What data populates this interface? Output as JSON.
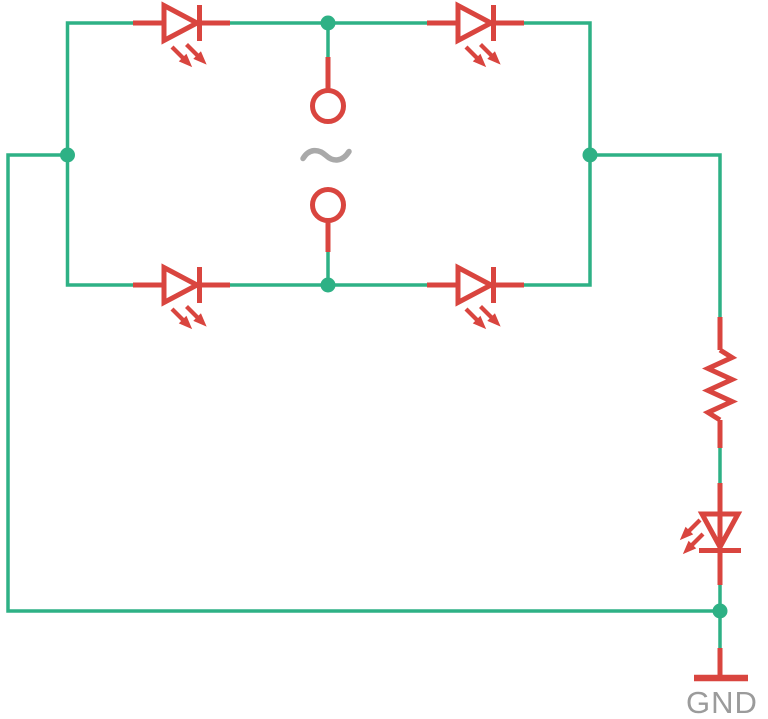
{
  "diagram": {
    "type": "circuit-schematic",
    "title": "LED bridge rectifier with AC source, series resistor and output LED",
    "labels": {
      "ground": "GND"
    },
    "colors": {
      "wire": "#2eb185",
      "component": "#d9453f",
      "annotation": "#9b9b9b",
      "ac_symbol": "#a9a9a9",
      "background": "#ffffff"
    },
    "components": [
      {
        "id": "led-bridge-top-left",
        "type": "LED",
        "orientation": "pointing-right",
        "position": "top-left arm of bridge"
      },
      {
        "id": "led-bridge-top-right",
        "type": "LED",
        "orientation": "pointing-right",
        "position": "top-right arm of bridge"
      },
      {
        "id": "led-bridge-bottom-left",
        "type": "LED",
        "orientation": "pointing-right",
        "position": "bottom-left arm of bridge"
      },
      {
        "id": "led-bridge-bottom-right",
        "type": "LED",
        "orientation": "pointing-right",
        "position": "bottom-right arm of bridge"
      },
      {
        "id": "ac-source",
        "type": "AC voltage source",
        "symbol": "~",
        "position": "center between bridge rails"
      },
      {
        "id": "resistor-1",
        "type": "resistor",
        "position": "right branch, above output LED"
      },
      {
        "id": "led-output",
        "type": "LED",
        "orientation": "pointing-down",
        "position": "right branch, below resistor"
      },
      {
        "id": "ground-1",
        "type": "ground",
        "label": "GND",
        "position": "bottom right"
      }
    ],
    "junction_count": 5
  }
}
